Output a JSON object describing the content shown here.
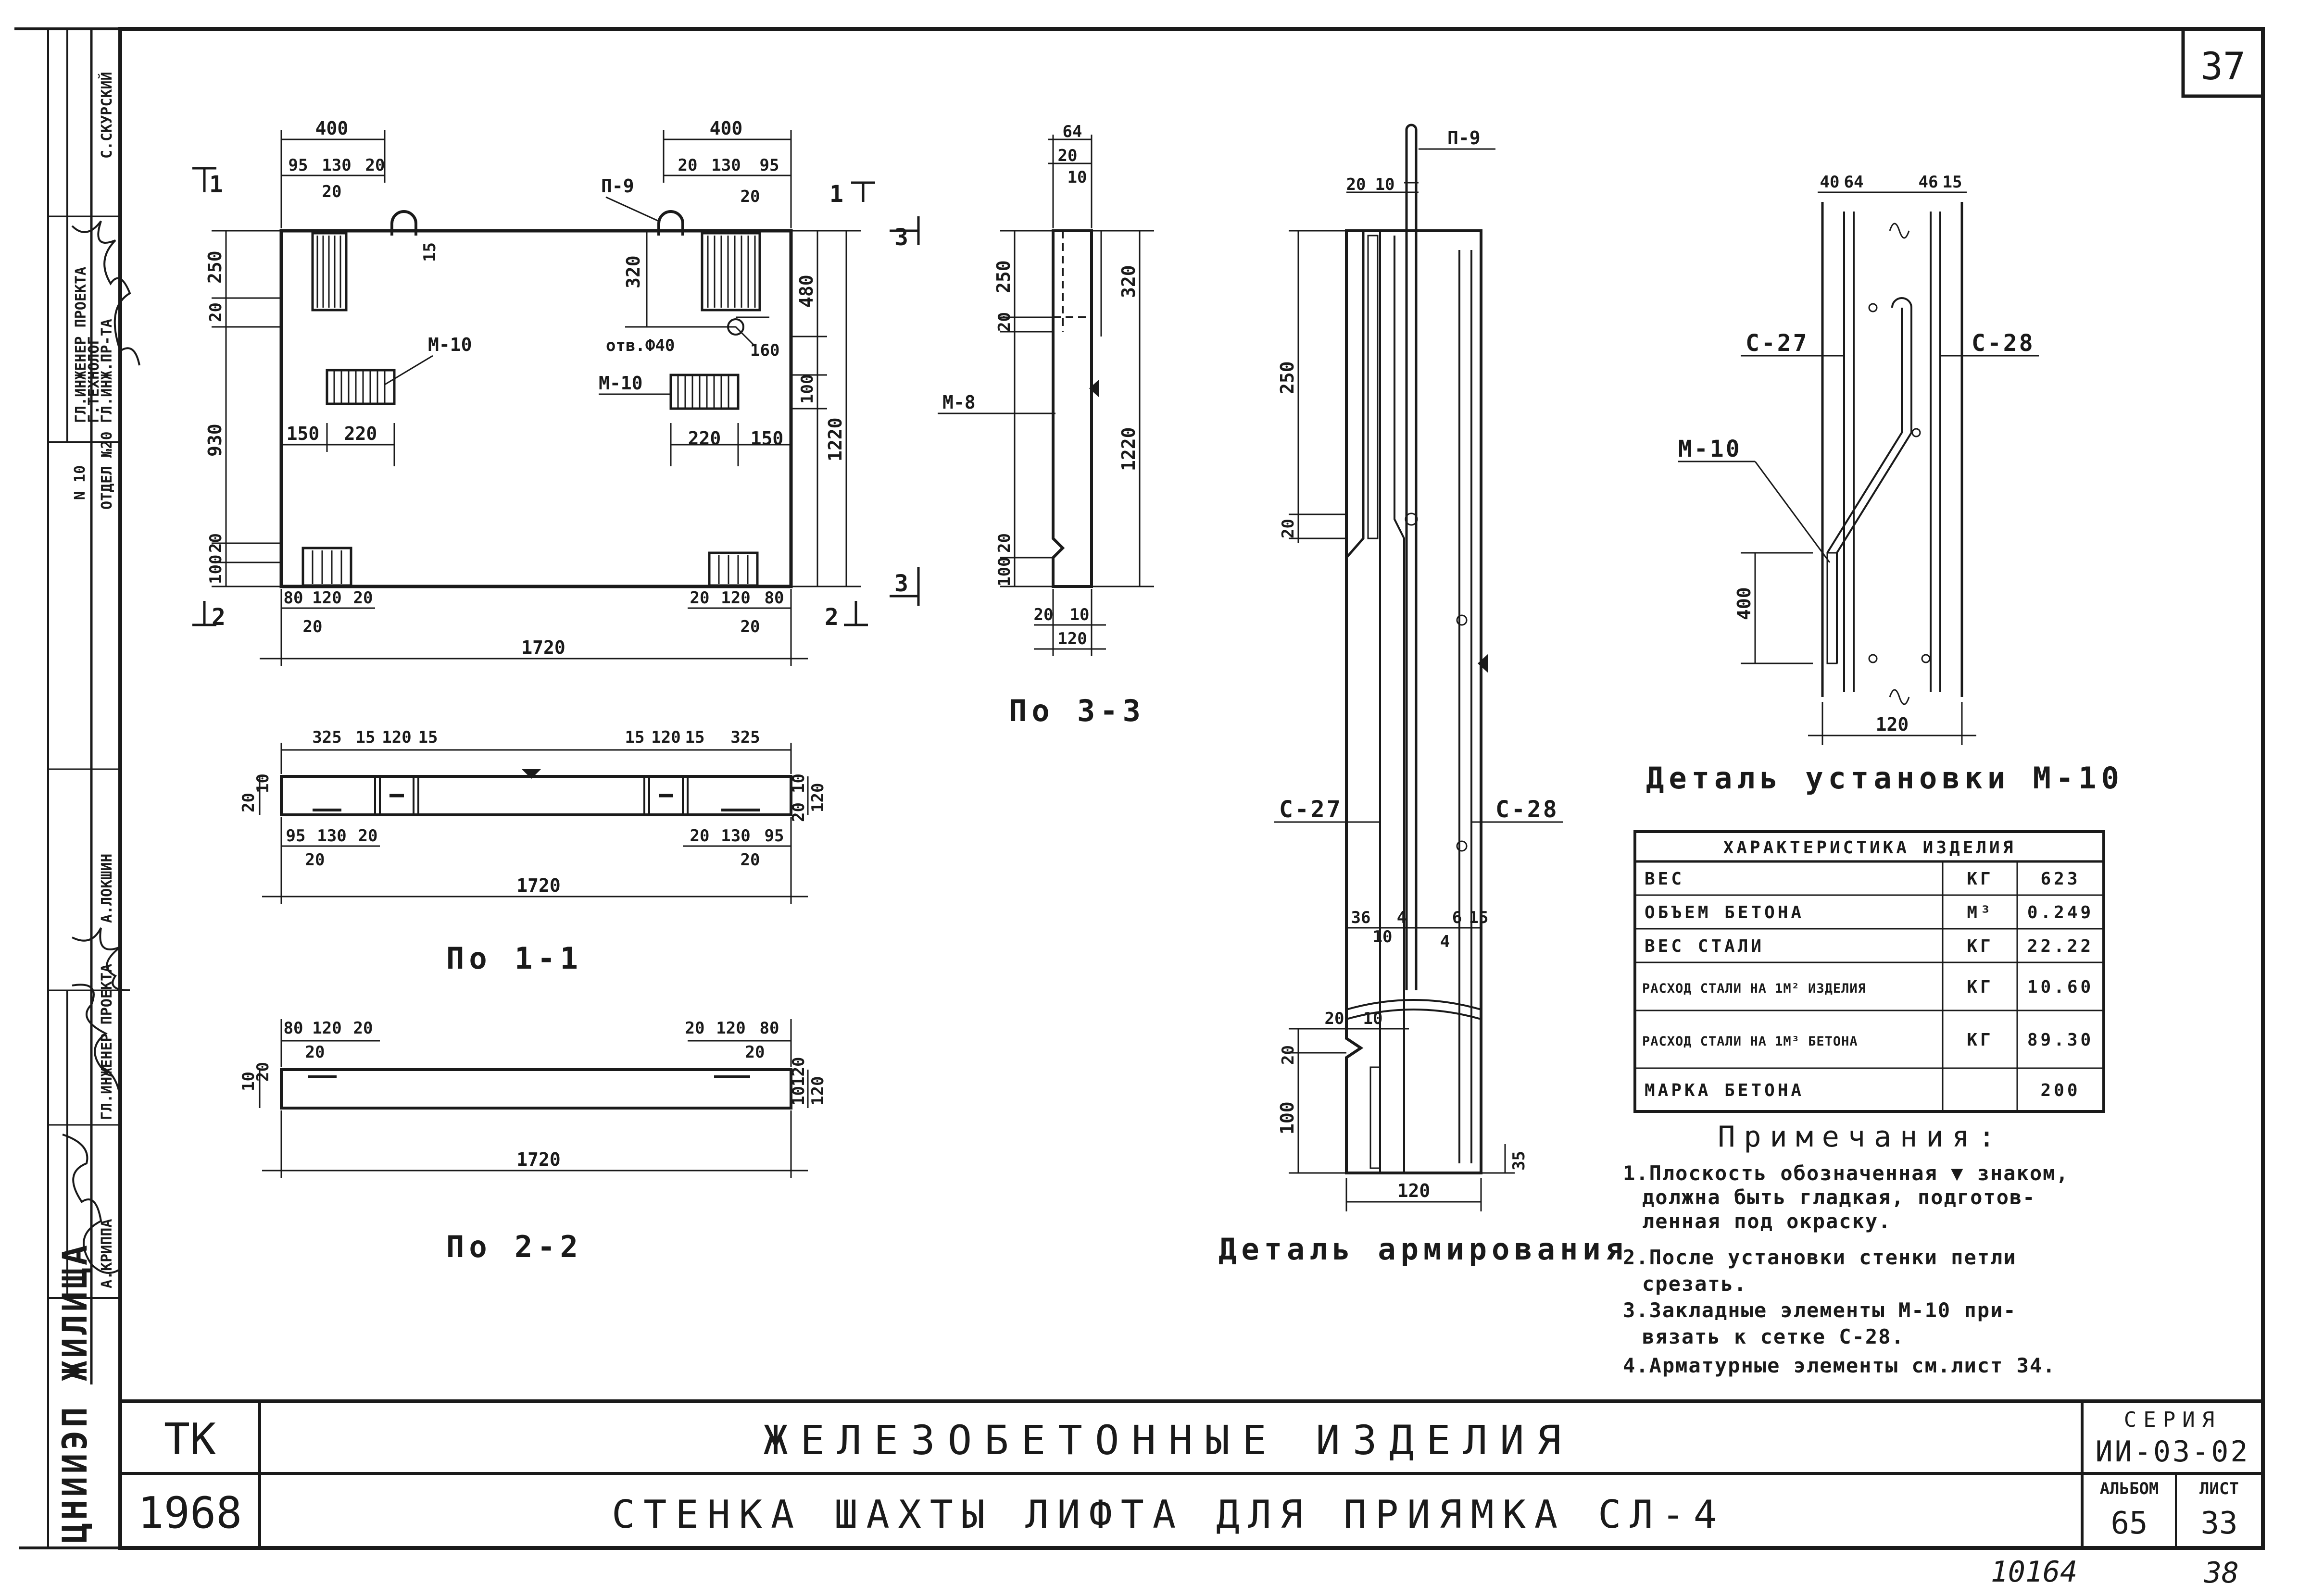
{
  "sheet": {
    "corner_number": "37",
    "bottom_number": "10164",
    "bottom_number2": "38"
  },
  "side_stamp": {
    "role1": "ГЛ.ИНЖЕНЕР ПРОЕКТА",
    "role2": "Г.ТЕХНОЛОГ",
    "role3": "ГЛ.ИНЖ.ПР-ТА",
    "dept": "ОТДЕЛ №20",
    "num": "N 10",
    "name1": "С.СКУРСКИЙ",
    "name2": "А.ЛОКШИН",
    "role4": "ГЛ.ИНЖЕНЕР ПРОЕКТА",
    "name3": "А.КРИППА",
    "org": "ЦНИИЭП ЖИЛИЩА"
  },
  "title_block": {
    "code": "ТК",
    "year": "1968",
    "title1": "ЖЕЛЕЗОБЕТОННЫЕ ИЗДЕЛИЯ",
    "title2": "СТЕНКА ШАХТЫ ЛИФТА ДЛЯ ПРИЯМКА СЛ-4",
    "series_label": "СЕРИЯ",
    "series_value": "ИИ-03-02",
    "album_label": "АЛЬБОМ",
    "album_value": "65",
    "sheet_label": "ЛИСТ",
    "sheet_value": "33"
  },
  "elevation": {
    "dims_top_left": [
      "400",
      "95",
      "130",
      "20",
      "20"
    ],
    "dims_top_right": [
      "400",
      "20",
      "130",
      "95",
      "20"
    ],
    "loop_label": "П-9",
    "d15": "15",
    "left_dims": [
      "250",
      "20",
      "930",
      "100",
      "20"
    ],
    "d320": "320",
    "hole": "отв.Ф40",
    "d160": "160",
    "m10_left": "М-10",
    "m10_right": "М-10",
    "d150a": "150",
    "d220a": "220",
    "d220b": "220",
    "d150b": "150",
    "right_dims": [
      "480",
      "100",
      "1220"
    ],
    "bottom_left": [
      "80",
      "120",
      "20",
      "20"
    ],
    "bottom_right": [
      "20",
      "120",
      "80",
      "20"
    ],
    "total": "1720",
    "sec1": "1",
    "sec2": "2",
    "sec3": "3"
  },
  "section11": {
    "caption": "По 1-1",
    "top": [
      "325",
      "15",
      "120",
      "15",
      "15",
      "120",
      "15",
      "325"
    ],
    "bottom": [
      "95",
      "130",
      "20",
      "20",
      "20",
      "130",
      "95",
      "20"
    ],
    "left": [
      "20",
      "10"
    ],
    "right": [
      "20",
      "10",
      "120"
    ],
    "total": "1720"
  },
  "section22": {
    "caption": "По 2-2",
    "top": [
      "80",
      "120",
      "20",
      "20",
      "20",
      "120",
      "80",
      "20"
    ],
    "left": [
      "10",
      "20"
    ],
    "right": [
      "10",
      "120",
      "120"
    ],
    "total": "1720"
  },
  "section33": {
    "caption": "По 3-3",
    "top": [
      "64",
      "20",
      "10"
    ],
    "left": [
      "250",
      "20",
      "100",
      "20"
    ],
    "right": [
      "320",
      "1220"
    ],
    "m8": "М-8",
    "bottom": [
      "20",
      "10",
      "120"
    ]
  },
  "reinforcement": {
    "caption": "Деталь армирования",
    "p9": "П-9",
    "top": [
      "20",
      "10"
    ],
    "left": [
      "250",
      "20",
      "20",
      "100"
    ],
    "c27": "С-27",
    "c28": "С-28",
    "mid": [
      "36",
      "4",
      "10",
      "6",
      "15",
      "4"
    ],
    "d20": "20",
    "d10": "10",
    "d35": "35",
    "width": "120"
  },
  "m10_detail": {
    "caption": "Деталь установки М-10",
    "top": [
      "40",
      "64",
      "46",
      "15"
    ],
    "c27": "С-27",
    "c28": "С-28",
    "m10": "М-10",
    "d400": "400",
    "width": "120"
  },
  "characteristics": {
    "header": "ХАРАКТЕРИСТИКА ИЗДЕЛИЯ",
    "rows": [
      {
        "name": "ВЕС",
        "unit": "КГ",
        "value": "623"
      },
      {
        "name": "ОБЪЕМ БЕТОНА",
        "unit": "М³",
        "value": "0.249"
      },
      {
        "name": "ВЕС СТАЛИ",
        "unit": "КГ",
        "value": "22.22"
      },
      {
        "name": "РАСХОД СТАЛИ НА 1М² ИЗДЕЛИЯ",
        "unit": "КГ",
        "value": "10.60"
      },
      {
        "name": "РАСХОД СТАЛИ НА 1М³ БЕТОНА",
        "unit": "КГ",
        "value": "89.30"
      },
      {
        "name": "МАРКА БЕТОНА",
        "unit": "",
        "value": "200"
      }
    ]
  },
  "notes": {
    "title": "Примечания:",
    "lines": [
      "1.Плоскость обозначенная ▼ знаком,",
      "должна быть гладкая, подготов-",
      "ленная под окраску.",
      "2.После установки стенки петли",
      "срезать.",
      "3.Закладные элементы М-10 при-",
      "вязать к сетке С-28.",
      "4.Арматурные элементы см.лист 34."
    ]
  }
}
